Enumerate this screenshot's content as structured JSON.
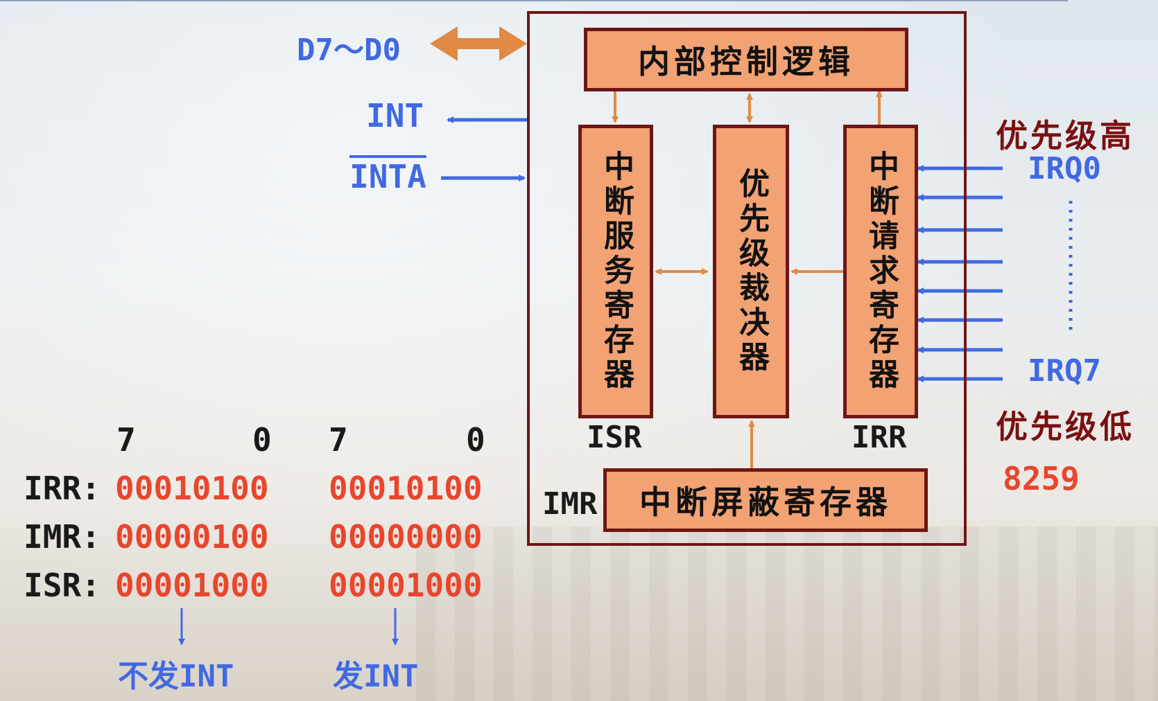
{
  "diagram": {
    "ports": {
      "data_bus": "D7～D0",
      "int": "INT",
      "inta": "INTA"
    },
    "blocks": {
      "control": "内部控制逻辑",
      "isr": "中断服务寄存器",
      "priority": "优先级裁决器",
      "irr": "中断请求寄存器",
      "imr": "中断屏蔽寄存器"
    },
    "block_tags": {
      "isr": "ISR",
      "irr": "IRR",
      "imr": "IMR"
    },
    "irq": {
      "high_label": "优先级高",
      "first": "IRQ0",
      "last": "IRQ7",
      "low_label": "优先级低"
    },
    "chip_name": "8259"
  },
  "example": {
    "bit_high": "7",
    "bit_low": "0",
    "row_labels": [
      "IRR:",
      "IMR:",
      "ISR:"
    ],
    "left": {
      "irr": "00010100",
      "imr": "00000100",
      "isr": "00001000",
      "result": "不发INT"
    },
    "right": {
      "irr": "00010100",
      "imr": "00000000",
      "isr": "00001000",
      "result": "发INT"
    }
  },
  "colors": {
    "box_fill": "#f2a273",
    "box_border": "#6e1616",
    "signal_blue": "#4169e1",
    "bus_orange": "#e08a45",
    "value_red": "#e8462d"
  }
}
